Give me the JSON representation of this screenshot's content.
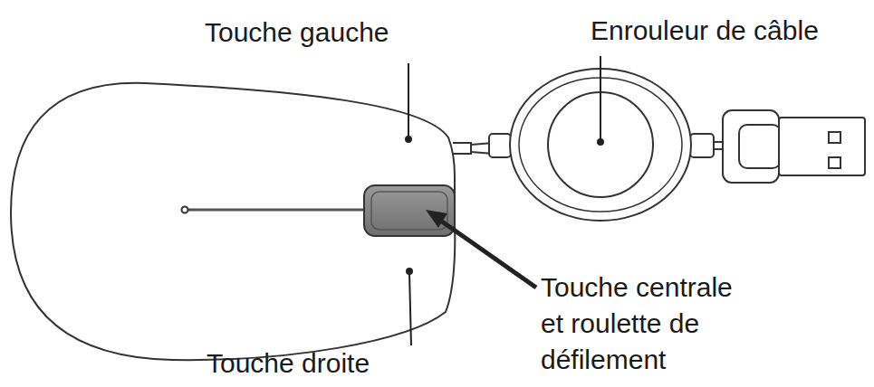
{
  "diagram": {
    "labels": [
      "Touche gauche",
      "Enrouleur de câble",
      "Touche centrale et roulette de défilement",
      "Touche droite"
    ]
  }
}
